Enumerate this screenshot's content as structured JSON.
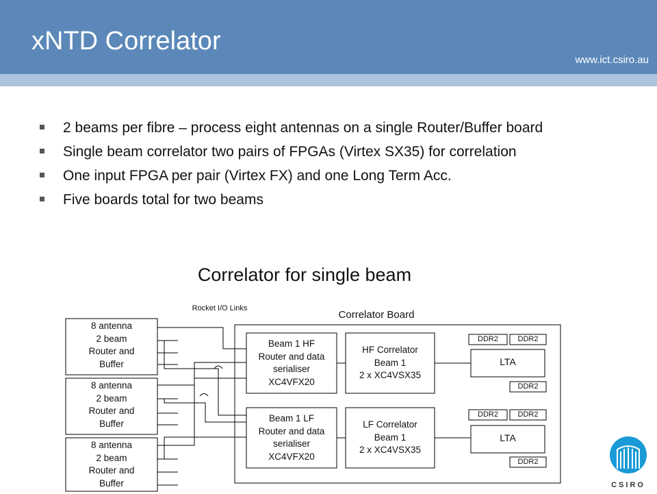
{
  "header": {
    "title": "xNTD Correlator",
    "url": "www.ict.csiro.au"
  },
  "bullets": [
    "2 beams  per fibre – process eight antennas on a single Router/Buffer board",
    "Single beam correlator two pairs of FPGAs (Virtex SX35) for correlation",
    "One input FPGA per pair (Virtex FX) and one Long Term Acc.",
    "Five boards total for two beams"
  ],
  "subtitle": "Correlator for single beam",
  "diagram": {
    "rocket_label": "Rocket I/O Links",
    "board_label": "Correlator Board",
    "router_boxes": [
      [
        "8 antenna",
        "2 beam",
        "Router and",
        "Buffer"
      ],
      [
        "8 antenna",
        "2 beam",
        "Router and",
        "Buffer"
      ],
      [
        "8 antenna",
        "2 beam",
        "Router and",
        "Buffer"
      ]
    ],
    "hf_router": [
      "Beam 1 HF",
      "Router and data",
      "serialiser",
      "XC4VFX20"
    ],
    "lf_router": [
      "Beam 1 LF",
      "Router and data",
      "serialiser",
      "XC4VFX20"
    ],
    "hf_correlator": [
      "HF Correlator",
      "Beam 1",
      "2 x XC4VSX35"
    ],
    "lf_correlator": [
      "LF Correlator",
      "Beam 1",
      "2 x XC4VSX35"
    ],
    "lta": "LTA",
    "ddr": "DDR2"
  },
  "logo": {
    "text": "CSIRO",
    "color": "#1a9ad6"
  },
  "colors": {
    "header": "#5b88b8",
    "band": "#adc4df"
  }
}
